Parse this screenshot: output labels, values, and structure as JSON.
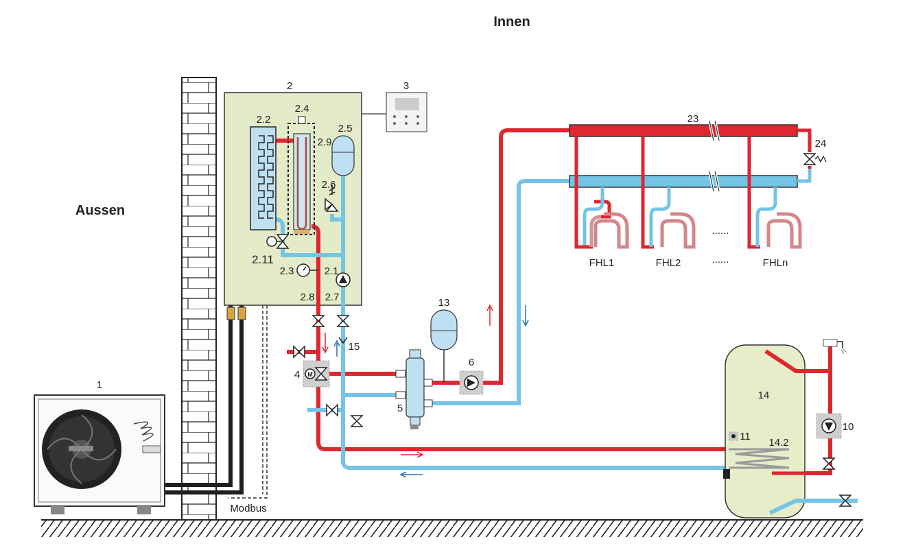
{
  "labels": {
    "inside": "Innen",
    "outside": "Aussen",
    "modbus": "Modbus",
    "outdoor_unit": "1",
    "indoor_unit": "2",
    "controller": "3",
    "valve_4": "4",
    "separator_5": "5",
    "pump_6": "6",
    "sensor_11": "11",
    "tank_13": "13",
    "dhw_tank_14": "14",
    "coil_14_2": "14.2",
    "filter_15": "15",
    "pump_10": "10",
    "manifold_23": "23",
    "valve_24": "24",
    "heat_exchanger_2_2": "2.2",
    "backup_heater_2_4": "2.4",
    "expansion_2_5": "2.5",
    "safety_valve_2_6": "2.6",
    "gauge_2_3": "2.3",
    "pump_2_1": "2.1",
    "flow_2_8": "2.8",
    "return_2_7": "2.7",
    "heater_2_9": "2.9",
    "flow_switch_2_11": "2.11",
    "loop_1": "FHL1",
    "loop_2": "FHL2",
    "loop_dots": "......",
    "loop_dots_bottom": "......",
    "loop_n": "FHLn"
  },
  "colors": {
    "hot": "#e0262f",
    "cold": "#74c4e6",
    "refrigerant": "#1e1e1e",
    "panel_fill": "#e4ebc9",
    "tank_fill": "#e7edc9",
    "component_fill": "#bfe0f2",
    "wall_fill": "#ffffff",
    "modbus_line": "#333333"
  }
}
